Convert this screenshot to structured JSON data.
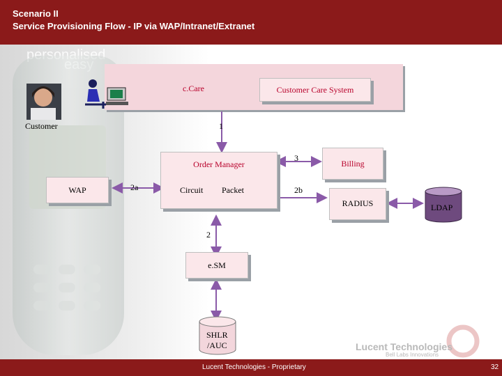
{
  "header": {
    "line1": "Scenario II",
    "line2": "Service Provisioning Flow  - IP via  WAP/Intranet/Extranet"
  },
  "background": {
    "ghost_text_1": "personalised",
    "ghost_text_2": "easy"
  },
  "nodes": {
    "ccare": "c.Care",
    "customer_care_system": "Customer Care System",
    "customer": "Customer",
    "order_manager": "Order Manager",
    "circuit": "Circuit",
    "packet": "Packet",
    "wap": "WAP",
    "billing": "Billing",
    "radius": "RADIUS",
    "ldap": "LDAP",
    "esm": "e.SM",
    "shlr_line1": "SHLR",
    "shlr_line2": "/AUC"
  },
  "flows": {
    "f1": "1",
    "f2": "2",
    "f2a": "2a",
    "f2b": "2b",
    "f3": "3"
  },
  "footer": {
    "text": "Lucent Technologies - Proprietary",
    "page": "32",
    "logo": "Lucent Technologies",
    "logo_sub": "Bell Labs Innovations"
  }
}
